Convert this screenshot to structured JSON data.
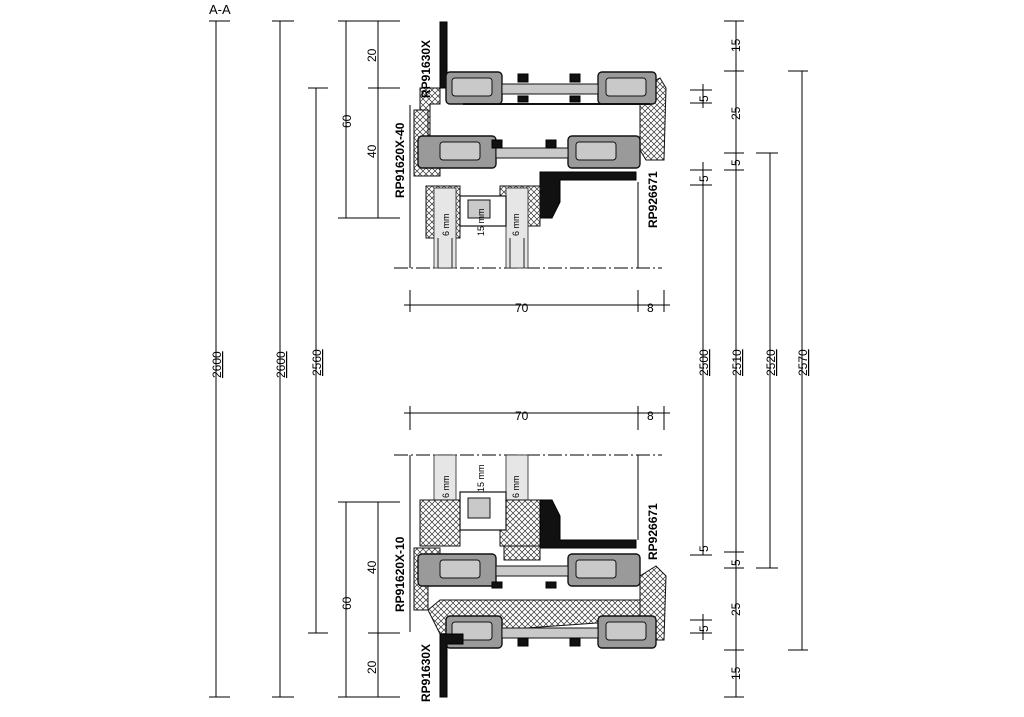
{
  "section_label": "A-A",
  "overall_dims": [
    "2600",
    "2600",
    "2560",
    "2500",
    "2510",
    "2520",
    "2570"
  ],
  "top": {
    "dims_left": [
      "20",
      "60",
      "40"
    ],
    "dims_right": [
      "15",
      "5",
      "25",
      "5",
      "5"
    ],
    "width_dims": [
      "70",
      "8"
    ],
    "codes": [
      "RP91630X",
      "RP91620X-40",
      "RP926671"
    ],
    "glass_labels": [
      "6 mm",
      "15 mm",
      "6 mm"
    ]
  },
  "bottom": {
    "dims_left": [
      "40",
      "60",
      "20"
    ],
    "dims_right": [
      "5",
      "5",
      "25",
      "5",
      "15"
    ],
    "width_dims": [
      "70",
      "8"
    ],
    "codes": [
      "RP91620X-10",
      "RP91630X",
      "RP926671"
    ],
    "glass_labels": [
      "6 mm",
      "15 mm",
      "6 mm"
    ]
  }
}
